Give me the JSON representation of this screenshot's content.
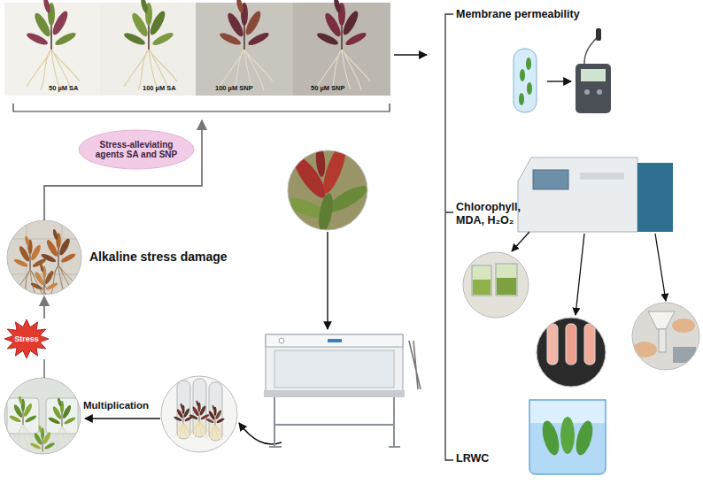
{
  "diagram": {
    "nodes": [
      {
        "text": [
          "50 µM SA",
          "100 µM SA",
          "100 µM SNP",
          "50 µM SNP"
        ]
      },
      {
        "text": [
          "Stress-alleviating agents SA and SNP"
        ]
      },
      {
        "text": [
          "Alkaline stress damage"
        ]
      },
      {
        "text": [
          "Stress"
        ]
      }
    ],
    "edges": [
      {
        "from": 2,
        "to": 0,
        "arrow": "to"
      },
      {
        "from": 3,
        "to": 2,
        "arrow": "to"
      }
    ],
    "labels": [
      "Multiplication",
      "Membrane permeability",
      "Chlorophyll, MDA, H₂O₂",
      "LRWC"
    ]
  }
}
